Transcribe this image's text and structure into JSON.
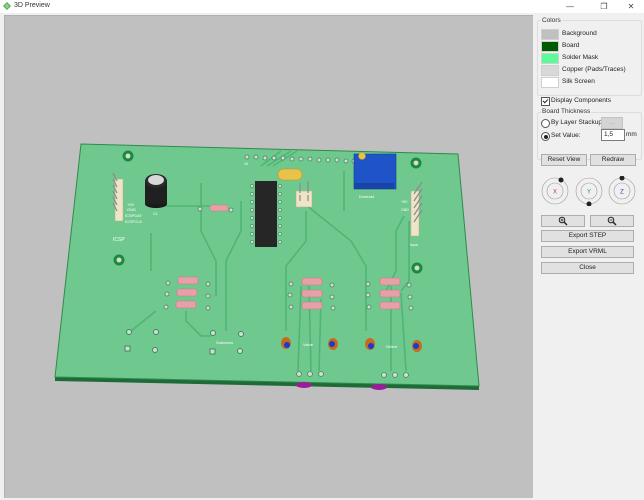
{
  "window": {
    "title": "3D Preview",
    "controls": {
      "minimize": "—",
      "maximize": "❐",
      "close": "✕"
    }
  },
  "viewport": {
    "background_color": "#c0c0c0",
    "board": {
      "mask_color": "#6fc98f",
      "edge_color": "#2f8a4c",
      "trace_color": "#4fb574",
      "silk_color": "#ffffff",
      "silk_labels": {
        "icsp": "ICSP",
        "icsp_pins": [
          "+5V",
          "GND",
          "ICSPDAT",
          "ICSPCLK"
        ],
        "cap": "C1",
        "header_pin1": "16",
        "pot": "Kontrast",
        "input": "Input",
        "input_pins": [
          "+5V",
          "GND"
        ],
        "menu": "Submenu",
        "value": "Value",
        "select": "Select"
      }
    }
  },
  "panel": {
    "colors": {
      "title": "Colors",
      "items": [
        {
          "label": "Background",
          "color": "#c0c0c0"
        },
        {
          "label": "Board",
          "color": "#005a00"
        },
        {
          "label": "Solder Mask",
          "color": "#5dfa9c"
        },
        {
          "label": "Copper (Pads/Traces)",
          "color": "#d8d8d8"
        },
        {
          "label": "Silk Screen",
          "color": "#ffffff"
        }
      ]
    },
    "display_components": {
      "label": "Display Components",
      "checked": true
    },
    "board_thickness": {
      "title": "Board Thickness",
      "by_layer_stackup": {
        "label": "By Layer Stackup",
        "selected": false,
        "button": "..."
      },
      "set_value": {
        "label": "Set Value:",
        "selected": true,
        "value": "1,5",
        "unit": "mm"
      }
    },
    "buttons": {
      "reset_view": "Reset View",
      "redraw": "Redraw",
      "export_step": "Export STEP",
      "export_vrml": "Export VRML",
      "close": "Close"
    },
    "rotation": {
      "x": {
        "label": "X",
        "color": "#c0392b"
      },
      "y": {
        "label": "Y",
        "color": "#2e8b3e"
      },
      "z": {
        "label": "Z",
        "color": "#3b3b9c"
      }
    },
    "zoom": {
      "zoom_in": "zoom-in",
      "zoom_out": "zoom-out"
    }
  }
}
